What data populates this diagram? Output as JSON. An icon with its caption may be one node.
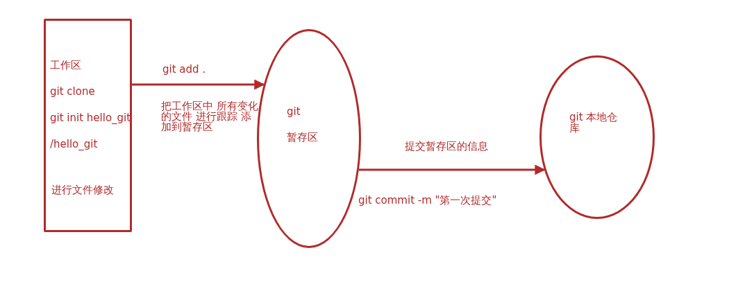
{
  "diagram": {
    "nodes": [
      {
        "text": [
          "工作区",
          "git clone",
          "git init hello_git",
          "/hello_git",
          "进行文件修改"
        ]
      },
      {
        "text": [
          "git",
          "暂存区"
        ]
      },
      {
        "text": [
          "git 本地仓库"
        ]
      }
    ],
    "edges": [
      {
        "from": 0,
        "to": 1,
        "arrow": "to",
        "label": "git add ."
      },
      {
        "from": 1,
        "to": 2,
        "arrow": "to",
        "label": "提交暂存区的信息"
      }
    ],
    "labels": [
      "把工作区中 所有变化的文件 进行跟踪 添加到暂存区",
      "git commit -m \"第一次提交\""
    ]
  }
}
